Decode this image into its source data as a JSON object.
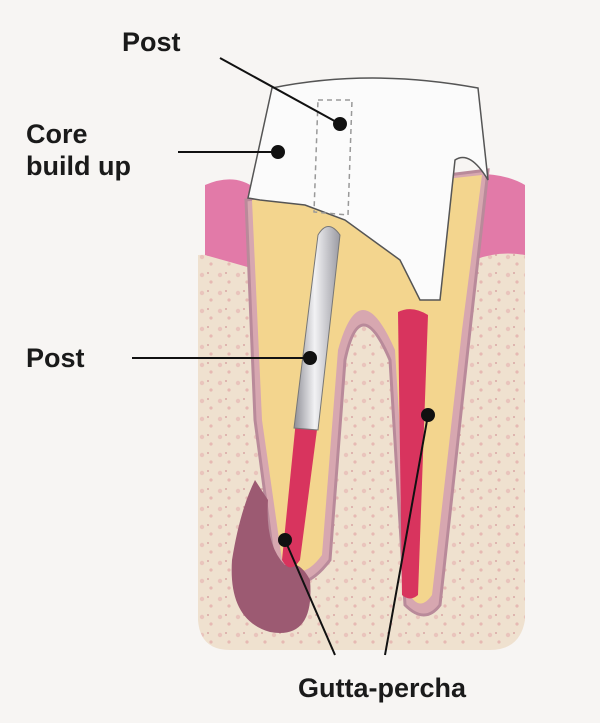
{
  "title": "Root canal treated tooth with post and core",
  "labels": {
    "post_top": "Post",
    "core_line1": "Core",
    "core_line2": "build up",
    "post_middle": "Post",
    "gutta_percha": "Gutta-percha"
  },
  "colors": {
    "bone": "#efe1cf",
    "gum": "#e27aa8",
    "dentin": "#f3d58e",
    "core": "#fbfbfb",
    "post": "#b9b9bf",
    "gutta_percha": "#d8345e",
    "abscess": "#9c5a72"
  }
}
